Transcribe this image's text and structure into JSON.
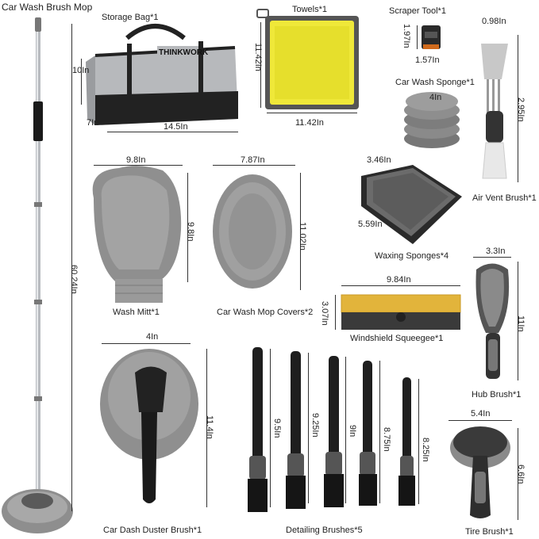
{
  "labels": {
    "mop": "Car Wash Brush Mop",
    "bag": "Storage Bag*1",
    "towels": "Towels*1",
    "scraper": "Scraper Tool*1",
    "sponge": "Car Wash Sponge*1",
    "airvent": "Air Vent Brush*1",
    "mitt": "Wash Mitt*1",
    "mopcover": "Car Wash Mop Covers*2",
    "waxing": "Waxing Sponges*4",
    "squeegee": "Windshield Squeegee*1",
    "hub": "Hub Brush*1",
    "duster": "Car Dash Duster Brush*1",
    "detailing": "Detailing Brushes*5",
    "tire": "Tire Brush*1",
    "brand": "THINKWORK"
  },
  "dims": {
    "mop_len": "60.24In",
    "bag_h": "10In",
    "bag_d": "7In",
    "bag_w": "14.5In",
    "towel_h": "11.42In",
    "towel_w": "11.42In",
    "scraper_h": "1.97In",
    "scraper_w": "1.57In",
    "sponge_d": "4In",
    "vent_w": "0.98In",
    "vent_h": "2.95In",
    "mitt_w": "9.8In",
    "mitt_h": "9.8In",
    "cover_w": "7.87In",
    "cover_h": "11.02In",
    "wax_w": "3.46In",
    "wax_h": "5.59In",
    "squeegee_w": "9.84In",
    "squeegee_h": "3.07In",
    "hub_w": "3.3In",
    "hub_h": "11In",
    "duster_w": "4In",
    "duster_h": "11.4In",
    "det1": "9.5In",
    "det2": "9.25In",
    "det3": "9In",
    "det4": "8.75In",
    "det5": "8.25In",
    "tire_w": "5.4In",
    "tire_h": "6.6In"
  }
}
